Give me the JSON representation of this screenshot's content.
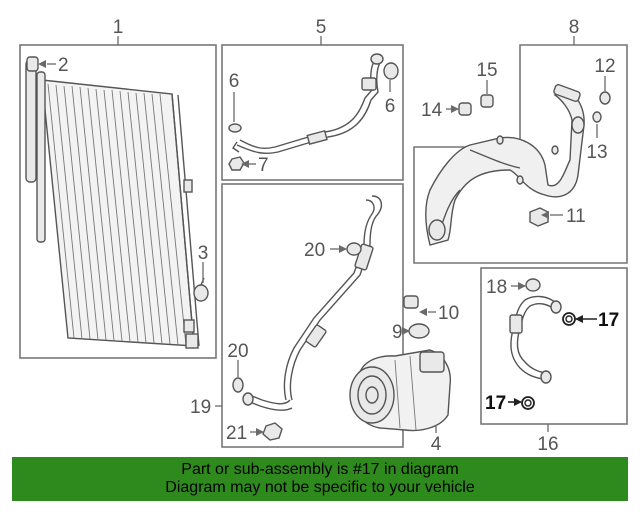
{
  "callouts": {
    "c1": "1",
    "c2": "2",
    "c3": "3",
    "c4": "4",
    "c5": "5",
    "c6a": "6",
    "c6b": "6",
    "c7": "7",
    "c8": "8",
    "c9": "9",
    "c10": "10",
    "c11": "11",
    "c12": "12",
    "c13": "13",
    "c14": "14",
    "c15": "15",
    "c16": "16",
    "c17a": "17",
    "c17b": "17",
    "c18": "18",
    "c19": "19",
    "c20a": "20",
    "c20b": "20",
    "c21": "21"
  },
  "banner": {
    "line1": "Part or sub-assembly is #17 in diagram",
    "line2": "Diagram may not be specific to your vehicle"
  },
  "colors": {
    "banner_bg": "#2f8a1d",
    "line_art": "#555555",
    "frame": "#777777"
  }
}
